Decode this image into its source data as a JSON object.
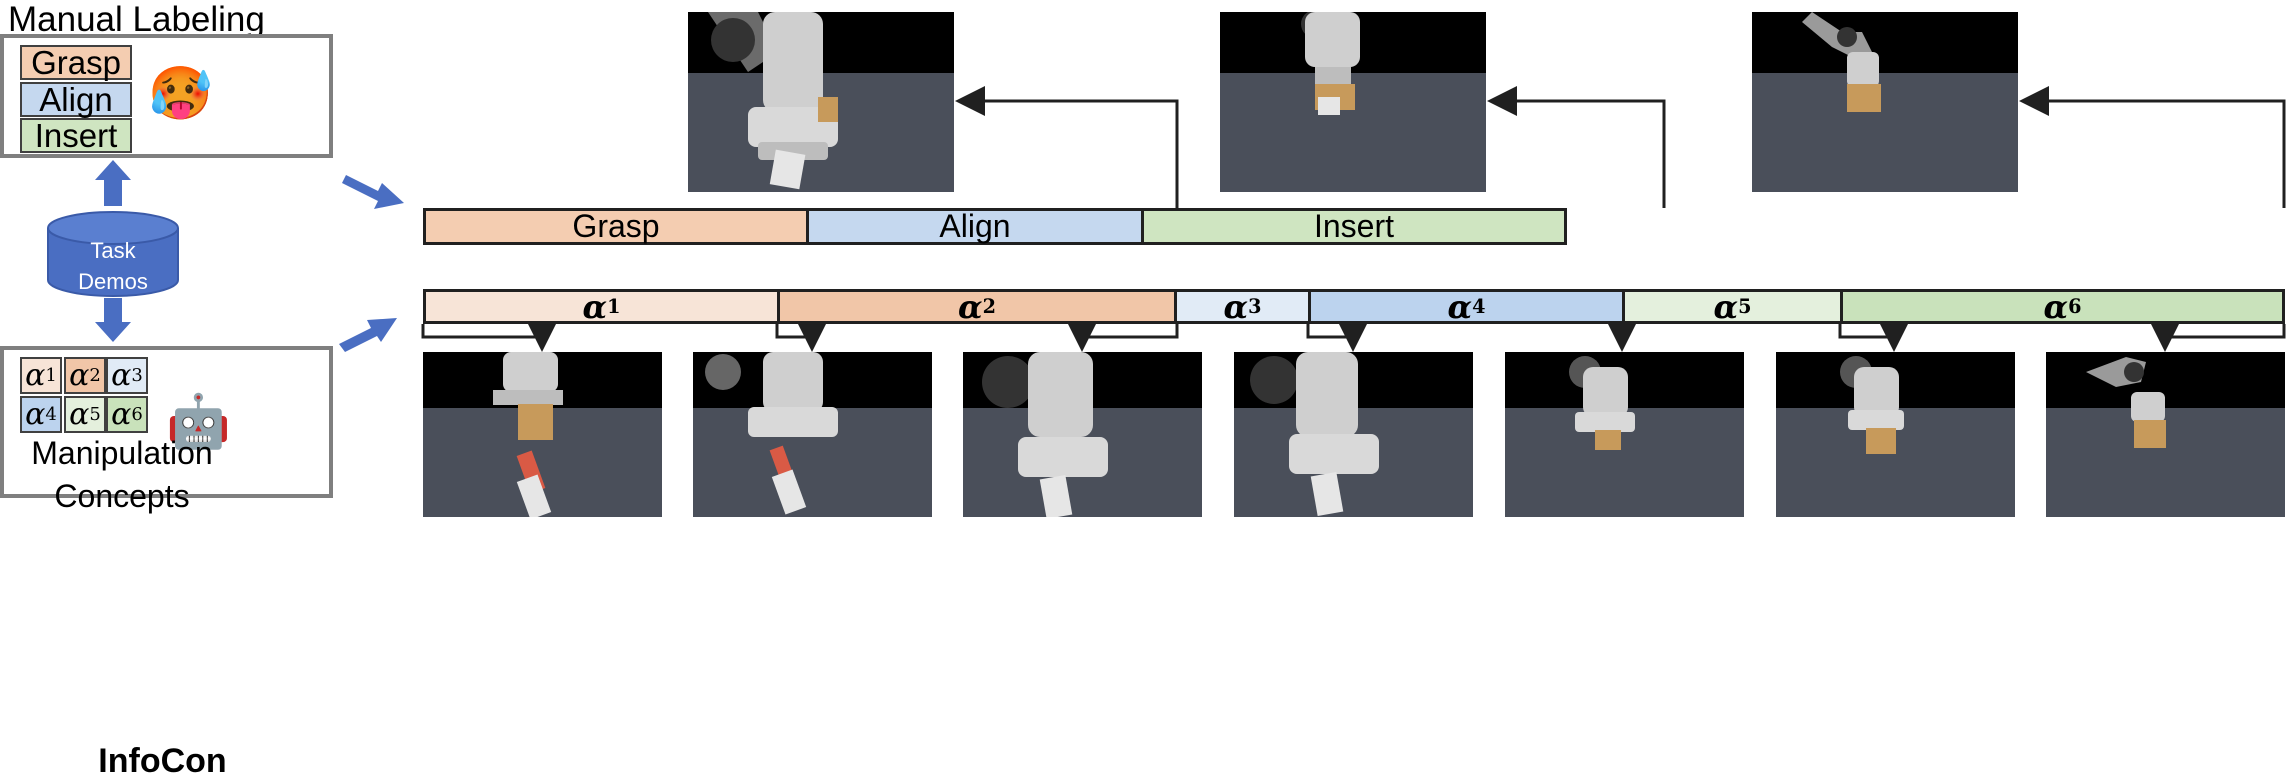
{
  "manual": {
    "title": "Manual Labeling",
    "labels": [
      {
        "text": "Grasp",
        "color": "#f4cdb1"
      },
      {
        "text": "Align",
        "color": "#c5d8ef"
      },
      {
        "text": "Insert",
        "color": "#cfe5c1"
      }
    ],
    "emoji": "🥵"
  },
  "demos": {
    "line1": "Task",
    "line2": "Demos",
    "color": "#4a6ec2"
  },
  "infocon": {
    "concepts": [
      {
        "sym": "α",
        "idx": "1",
        "color": "#f7e4d7"
      },
      {
        "sym": "α",
        "idx": "2",
        "color": "#f1c6a8"
      },
      {
        "sym": "α",
        "idx": "3",
        "color": "#e1ebf6"
      },
      {
        "sym": "α",
        "idx": "4",
        "color": "#bcd3ee"
      },
      {
        "sym": "α",
        "idx": "5",
        "color": "#e4f0dd"
      },
      {
        "sym": "α",
        "idx": "6",
        "color": "#c9e2bb"
      }
    ],
    "label_line1": "Manipulation",
    "label_line2": "Concepts",
    "emoji": "🤖",
    "name": "InfoCon"
  },
  "timeline_top": [
    {
      "text": "Grasp",
      "color": "#f4cdb1"
    },
    {
      "text": "Align",
      "color": "#c5d8ef"
    },
    {
      "text": "Insert",
      "color": "#cfe5c1"
    }
  ],
  "timeline_bottom": [
    {
      "sym": "α",
      "idx": "1",
      "color": "#f7e4d7"
    },
    {
      "sym": "α",
      "idx": "2",
      "color": "#f1c6a8"
    },
    {
      "sym": "α",
      "idx": "3",
      "color": "#e1ebf6"
    },
    {
      "sym": "α",
      "idx": "4",
      "color": "#bcd3ee"
    },
    {
      "sym": "α",
      "idx": "5",
      "color": "#e4f0dd"
    },
    {
      "sym": "α",
      "idx": "6",
      "color": "#c9e2bb"
    }
  ],
  "colors": {
    "arrow_blue": "#4a6ec2",
    "line": "#202020"
  }
}
